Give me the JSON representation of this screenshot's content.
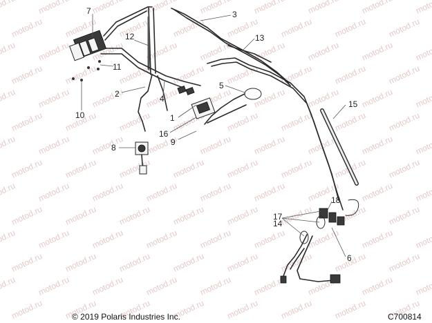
{
  "watermark": "motod.ru",
  "callouts": {
    "c1": "1",
    "c2": "2",
    "c3": "3",
    "c4": "4",
    "c5": "5",
    "c6": "6",
    "c7": "7",
    "c8": "8",
    "c9": "9",
    "c10": "10",
    "c11": "11",
    "c12": "12",
    "c13": "13",
    "c14": "14",
    "c15": "15",
    "c16": "16",
    "c17": "17",
    "c18": "18"
  },
  "footer": {
    "copyright": "© 2019 Polaris Industries Inc.",
    "part_code": "C700814"
  },
  "colors": {
    "watermark": "#e3c9c9",
    "line": "#2a2a2a"
  }
}
